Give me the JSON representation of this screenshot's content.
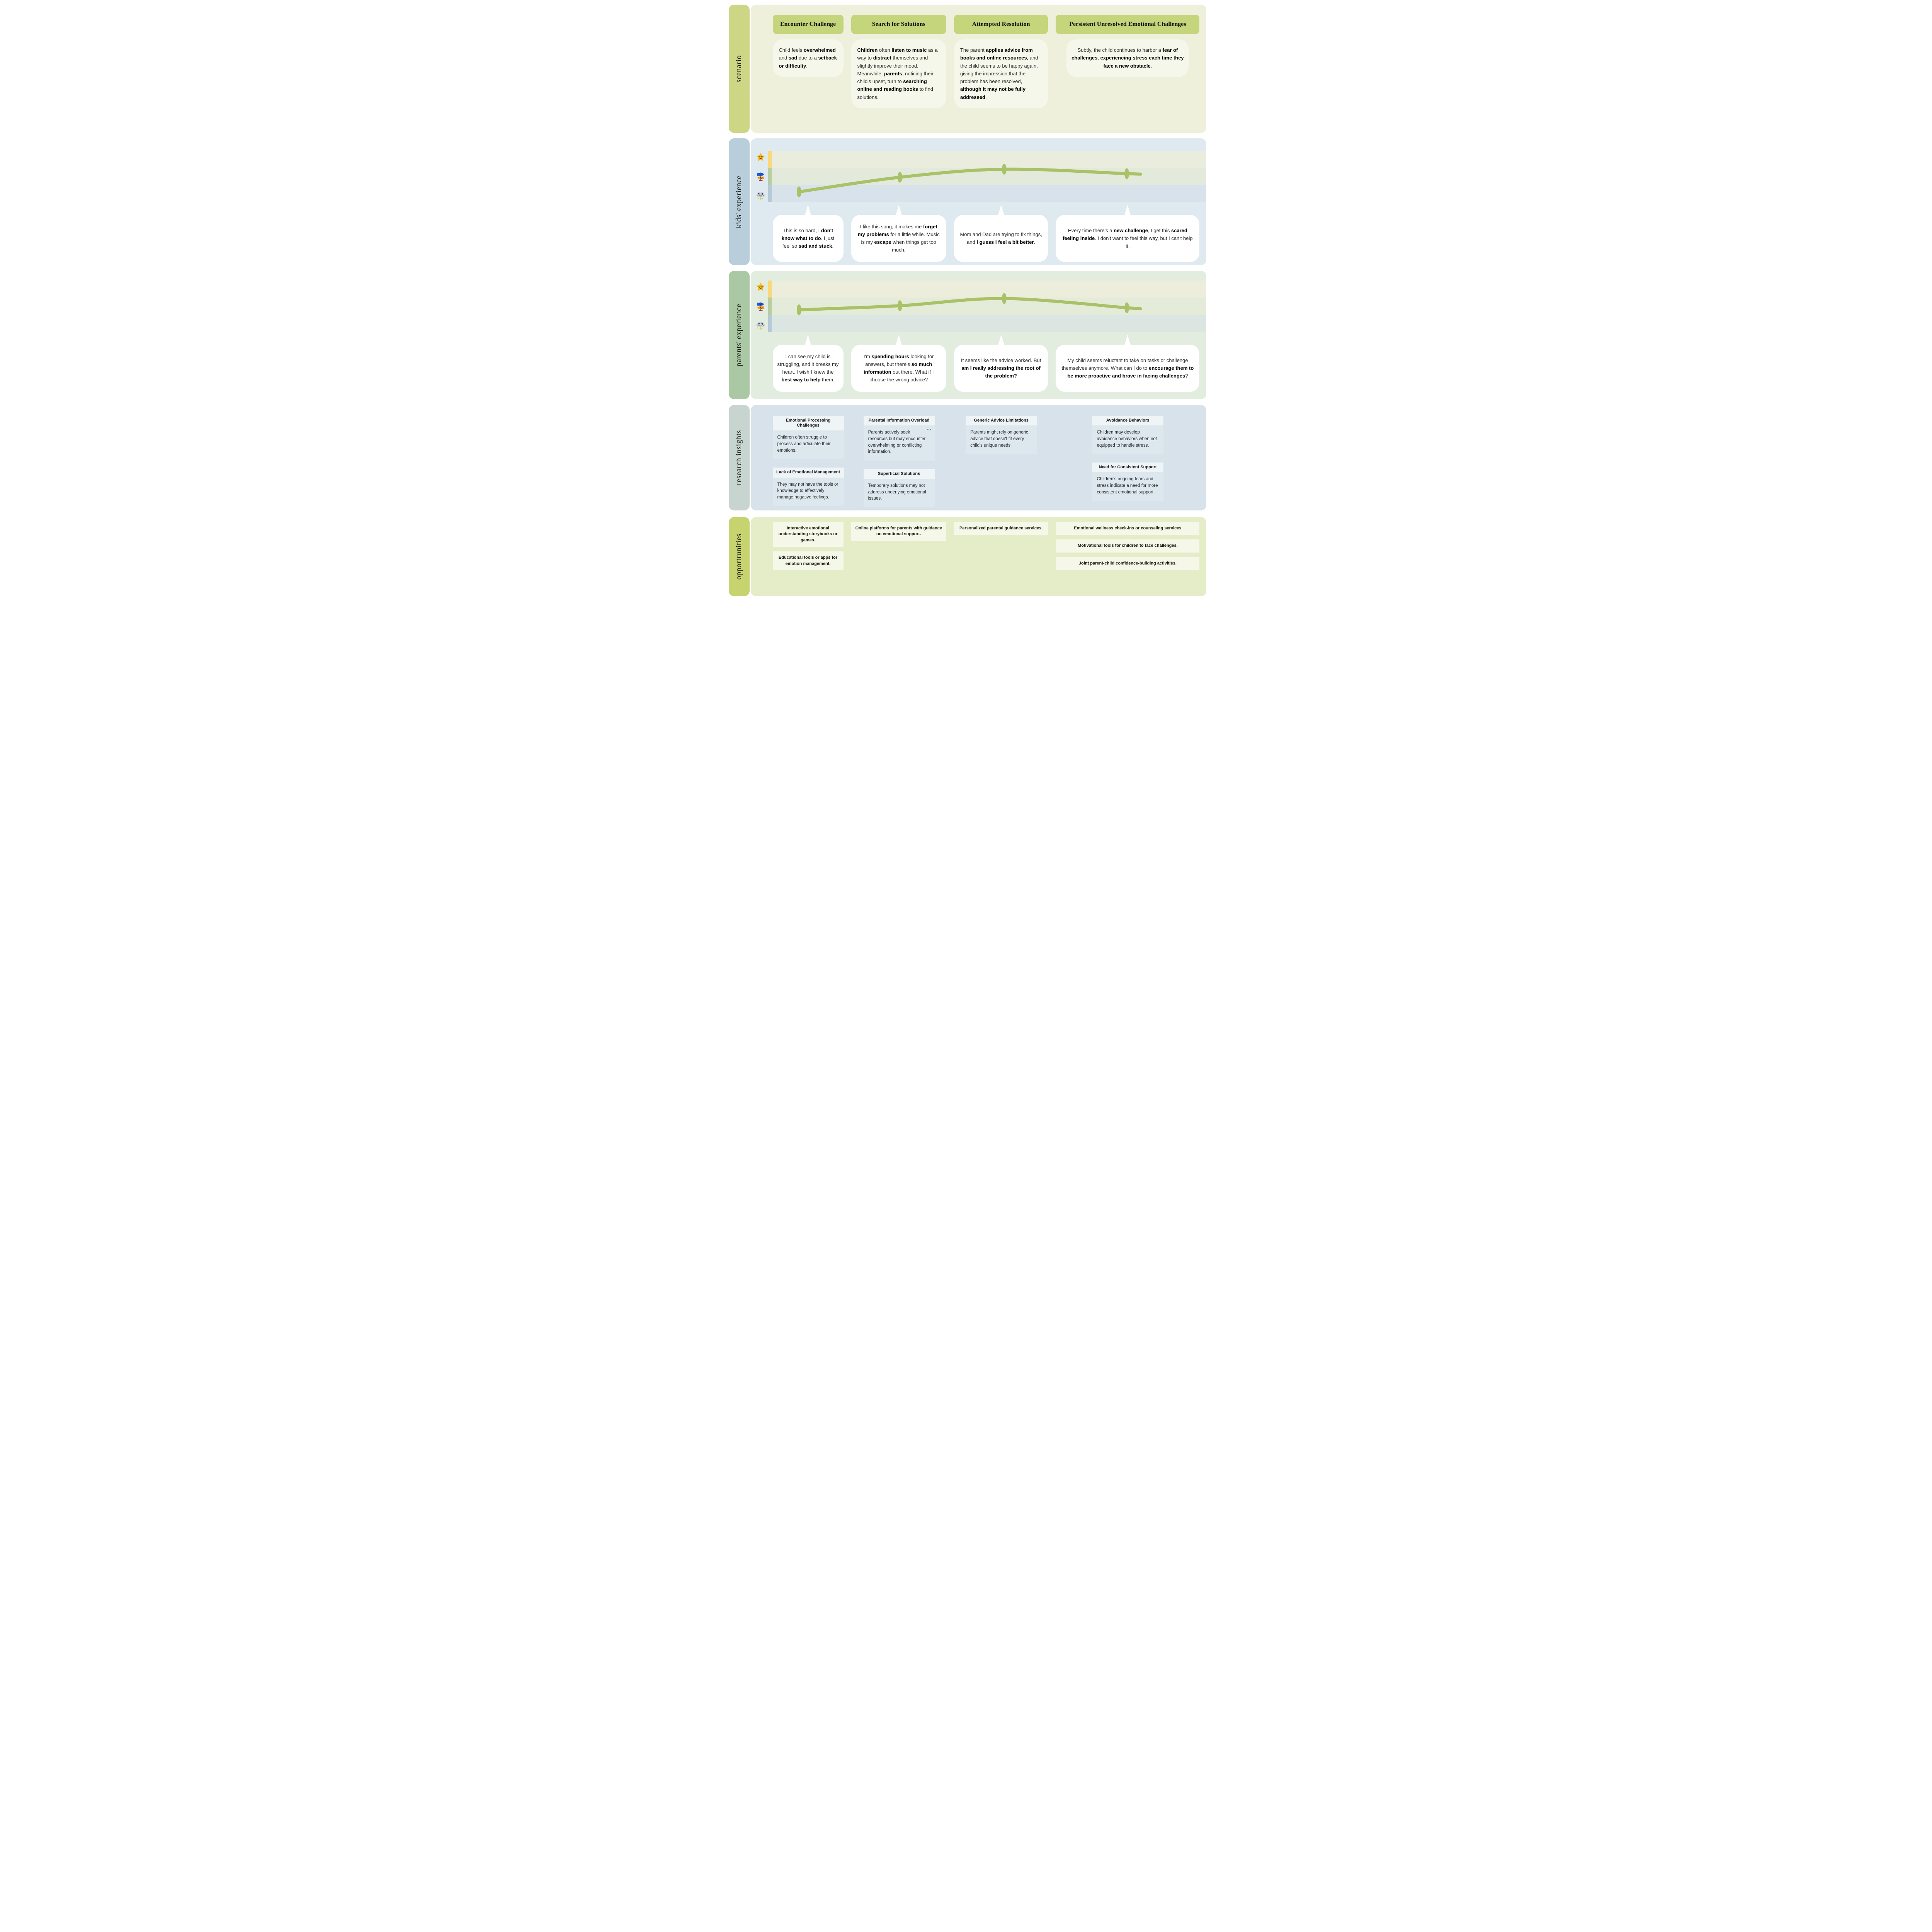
{
  "colors": {
    "page_bg": "#ffffff",
    "stage_pill": "#c4d57c",
    "scenario_strip": "#ccd685",
    "scenario_bg": "#eef0db",
    "scenario_card_bg": "#f6f7eb",
    "kids_strip": "#b9cedb",
    "kids_bg": "#dfe9f0",
    "parents_strip": "#aac8a4",
    "parents_bg": "#e2ecdf",
    "research_strip": "#c7d4cf",
    "research_bg": "#d7e2ea",
    "research_card_header": "#eff4f7",
    "research_card_body": "#dde7ee",
    "opps_strip": "#c6d36f",
    "opps_bg": "#e4edc7",
    "opps_card_bg": "#f5f7e8",
    "quote_bubble": "#ffffff",
    "emotion_line": "#a9c167",
    "axis_happy": "#f8d87b",
    "axis_neutral": "#b8cda2",
    "axis_sad": "#b5c9d6"
  },
  "sections": {
    "scenario": {
      "label": "scenario",
      "stages": [
        "Encounter Challenge",
        "Search for Solutions",
        "Attempted Resolution",
        "Persistent Unresolved Emotional Challenges"
      ],
      "cards": [
        "Child feels **overwhelmed** and **sad** due to a **setback or difficulty**.",
        "**Children** often **listen to music** as a way to **distract** themselves and slightly improve their mood. Meanwhile, **parents**, noticing their child's upset, turn to **searching online and reading books** to find solutions.",
        "The parent **applies advice from books and online resources,** and the child seems to be happy again, giving the impression that the problem has been resolved, **although it may not be fully addressed**.",
        "Subtly, the child continues to harbor a **fear of challenges**, **experiencing stress each time they face a new obstacle**."
      ]
    },
    "kids": {
      "label": "kids' experience",
      "quotes": [
        "This is so hard, I **don't know what to do**. I just feel so **sad and stuck**.",
        "I like this song, it makes me **forget my problems** for a little while. Music is my **escape** when things get too much.",
        "Mom and Dad are trying to fix things, and **I guess I feel a bit better**.",
        "Every time there's a **new challenge**, I get this **scared feeling inside**. I don't want to feel this way, but I can't help it."
      ]
    },
    "parents": {
      "label": "parents' experience",
      "quotes": [
        "I can see my child is struggling, and it breaks my heart. I wish I knew the **best way to help** them.",
        "I'm **spending hours** looking for answers, but there's **so much information** out there. What if I choose the wrong advice?",
        "It seems like the advice worked. But **am I really addressing the root of the problem?**",
        "My child seems reluctant to take on tasks or challenge themselves anymore. What can I do to **encourage them to be more proactive and brave in facing challenges**?"
      ]
    },
    "research": {
      "label": "research insights",
      "columns": [
        [
          {
            "title": "Emotional Processing Challenges",
            "body": "Children often struggle to process and articulate their emotions."
          },
          {
            "title": "Lack of Emotional Management",
            "body": "They may not have the tools or knowledge to effectively manage negative feelings."
          }
        ],
        [
          {
            "title": "Parental Information Overload",
            "body": "Parents actively seek resources but may encounter overwhelming or conflicting information.",
            "ellipsis": "..."
          },
          {
            "title": "Superficial Solutions",
            "body": "Temporary solutions may not address underlying emotional issues."
          }
        ],
        [
          {
            "title": "Generic Advice Limitations",
            "body": "Parents might rely on generic advice that doesn't fit every child's unique needs."
          }
        ],
        [
          {
            "title": "Avoidance Behaviors",
            "body": "Children may develop avoidance behaviors when not equipped to handle stress."
          },
          {
            "title": "Need for Consistent Support",
            "body": "Children's ongoing fears and stress indicate a need for more consistent emotional support."
          }
        ]
      ]
    },
    "opportunities": {
      "label": "opportrunities",
      "columns": [
        [
          "Interactive emotional understanding storybooks or games.",
          "Educational tools or apps for emotion management."
        ],
        [
          "Online platforms for parents with guidance on emotional support."
        ],
        [
          "Personalized parental guidance services."
        ],
        [
          "Emotional wellness check-ins or counseling services",
          "Motivational tools for children to face challenges.",
          "Joint parent-child confidence-building activities."
        ]
      ]
    }
  },
  "emotion_axis": {
    "levels": [
      "happy",
      "neutral",
      "sad"
    ],
    "icons": [
      "happy-star-icon",
      "confused-signpost-icon",
      "angry-storm-cloud-icon"
    ]
  },
  "chart_data": [
    {
      "id": "kids",
      "type": "line",
      "title": "kids' emotional journey",
      "categories": [
        "Encounter Challenge",
        "Search for Solutions",
        "Attempted Resolution",
        "Persistent Unresolved Emotional Challenges"
      ],
      "x_fraction": [
        0.063,
        0.295,
        0.535,
        0.817
      ],
      "values_level": [
        0.6,
        1.45,
        1.92,
        1.66
      ],
      "ylim": [
        0,
        3
      ],
      "band_labels": [
        "happy",
        "neutral",
        "sad"
      ],
      "band_colors": [
        "#eaecdd",
        "#e3e9db",
        "#d7e2eb"
      ],
      "axis_colors": [
        "#f8d87b",
        "#b8cda2",
        "#b5c9d6"
      ],
      "line_color": "#a9c167"
    },
    {
      "id": "parents",
      "type": "line",
      "title": "parents' emotional journey",
      "categories": [
        "Encounter Challenge",
        "Search for Solutions",
        "Attempted Resolution",
        "Persistent Unresolved Emotional Challenges"
      ],
      "x_fraction": [
        0.063,
        0.295,
        0.535,
        0.817
      ],
      "values_level": [
        1.29,
        1.53,
        1.95,
        1.41
      ],
      "ylim": [
        0,
        3
      ],
      "band_labels": [
        "happy",
        "neutral",
        "sad"
      ],
      "band_colors": [
        "#eceedb",
        "#e5ebd9",
        "#dbe6e2"
      ],
      "axis_colors": [
        "#f8d87b",
        "#b8cda2",
        "#b5c9d6"
      ],
      "line_color": "#a9c167"
    }
  ]
}
